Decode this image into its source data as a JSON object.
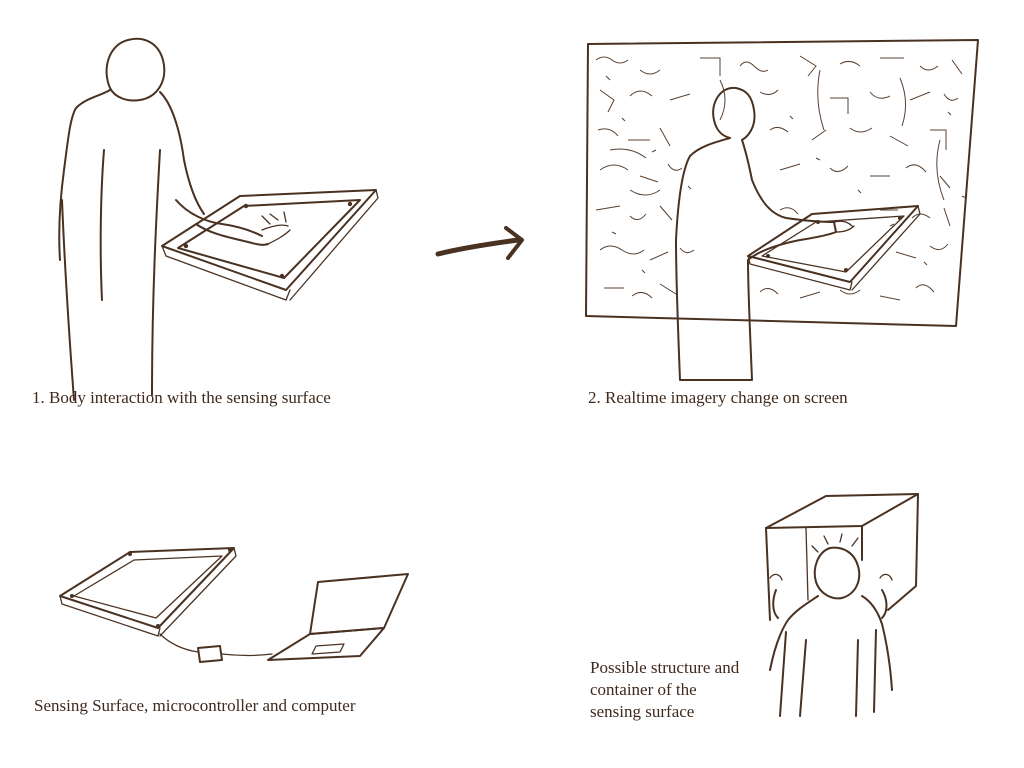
{
  "captions": {
    "body_interaction": "1. Body interaction with the sensing surface",
    "realtime_imagery": "2. Realtime imagery change on screen",
    "hardware": "Sensing Surface, microcontroller and computer",
    "structure_line1": "Possible structure and",
    "structure_line2": "container of the",
    "structure_line3": "sensing surface"
  },
  "colors": {
    "ink": "#4a3222",
    "caption_text": "#3f2a1c",
    "background": "#ffffff"
  }
}
